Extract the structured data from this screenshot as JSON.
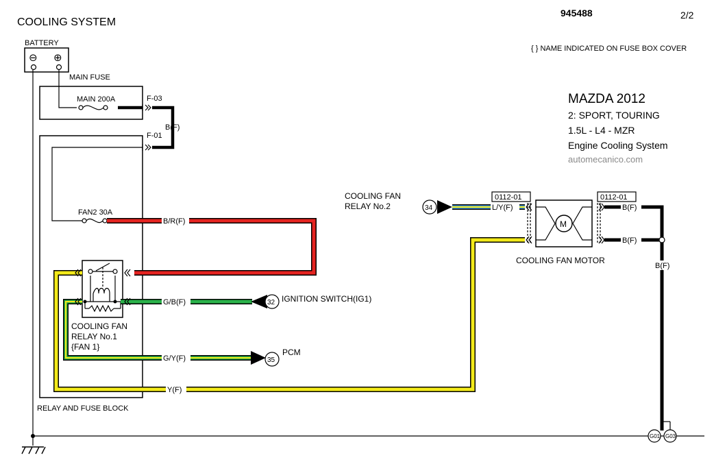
{
  "header": {
    "title": "COOLING SYSTEM",
    "doc_number": "945488",
    "page": "2/2",
    "fuse_note": "{ } NAME INDICATED ON FUSE BOX COVER"
  },
  "vehicle": {
    "make_year": "MAZDA 2012",
    "trim": "2: SPORT, TOURING",
    "engine": "1.5L - L4 - MZR",
    "system": "Engine Cooling System",
    "watermark": "automecanico.com"
  },
  "components": {
    "battery": "BATTERY",
    "main_fuse": "MAIN FUSE",
    "main_fuse_rating": "MAIN 200A",
    "fan2_fuse": "FAN2 30A",
    "relay1": [
      "COOLING FAN",
      "RELAY No.1",
      "{FAN 1}"
    ],
    "relay2": [
      "COOLING FAN",
      "RELAY No.2"
    ],
    "relay_fuse_block": "RELAY AND FUSE BLOCK",
    "motor": "COOLING FAN MOTOR",
    "motor_symbol": "M",
    "ignition": "IGNITION SWITCH(IG1)",
    "pcm": "PCM",
    "battery_minus": "⊖",
    "battery_plus": "⊕"
  },
  "connectors": {
    "f03": "F-03",
    "f01": "F-01",
    "motor_left": "0112-01",
    "motor_right": "0112-01"
  },
  "wires": {
    "bf_top": "B(F)",
    "br": "B/R(F)",
    "gb": "G/B(F)",
    "gy": "G/Y(F)",
    "y": "Y(F)",
    "ly": "L/Y(F)",
    "bf_m1": "B(F)",
    "bf_m2": "B(F)",
    "bf_down": "B(F)"
  },
  "circles": {
    "c34": "34",
    "c32": "32",
    "c35": "35"
  },
  "grounds": {
    "g01": "G01",
    "g03": "G03"
  },
  "colors": {
    "black": "#000000",
    "red": "#e52421",
    "yellow": "#f3ea1a",
    "green": "#2ab24a",
    "blue": "#4aa3df",
    "gray": "#8a8a8a"
  }
}
